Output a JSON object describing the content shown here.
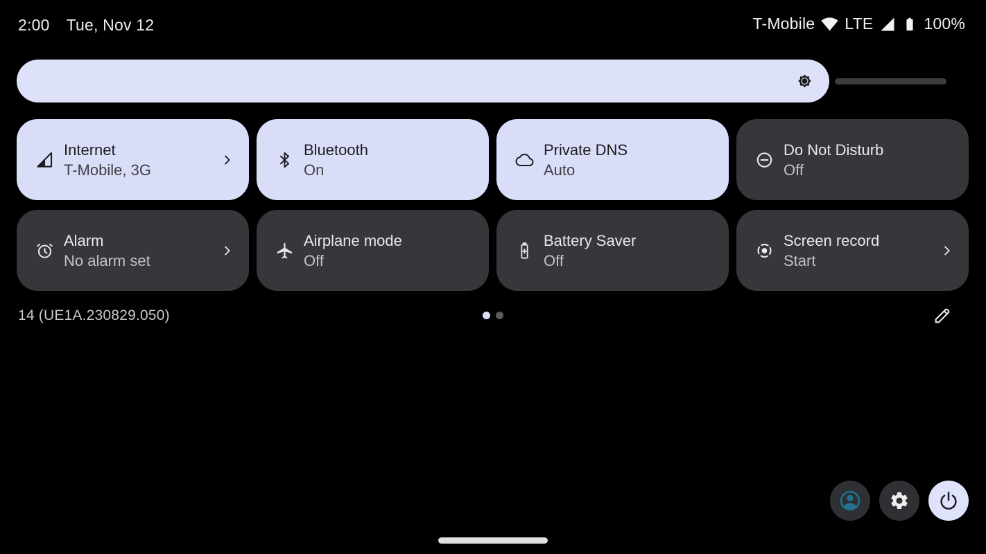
{
  "colors": {
    "background": "#000000",
    "tile_active_bg": "#d9ddf8",
    "tile_inactive_bg": "#35373a",
    "active_title": "#1c1d21",
    "active_subtitle": "#3f4146",
    "inactive_title": "#e8e9ea",
    "inactive_subtitle": "#c1c3c6",
    "brightness_fill": "#dde1f9",
    "brightness_track": "#3b3d41",
    "power_button_bg": "#dee2fb",
    "avatar_icon_color": "#23708f",
    "page_dot_active": "#dce0f8",
    "page_dot_inactive": "#595b60"
  },
  "status_bar": {
    "time": "2:00",
    "date": "Tue, Nov 12",
    "carrier": "T-Mobile",
    "network_type": "LTE",
    "battery_level": "100%"
  },
  "brightness_slider": {
    "fill_percent": 87,
    "icon": "brightness-icon"
  },
  "quick_tiles": [
    {
      "label": "Internet",
      "status": "T-Mobile, 3G",
      "state": "on",
      "icon": "cellular-signal-icon",
      "chevron": true
    },
    {
      "label": "Bluetooth",
      "status": "On",
      "state": "on",
      "icon": "bluetooth-icon",
      "chevron": false
    },
    {
      "label": "Private DNS",
      "status": "Auto",
      "state": "on",
      "icon": "cloud-icon",
      "chevron": false
    },
    {
      "label": "Do Not Disturb",
      "status": "Off",
      "state": "off",
      "icon": "do-not-disturb-icon",
      "chevron": false
    },
    {
      "label": "Alarm",
      "status": "No alarm set",
      "state": "off",
      "icon": "alarm-clock-icon",
      "chevron": true
    },
    {
      "label": "Airplane mode",
      "status": "Off",
      "state": "off",
      "icon": "airplane-icon",
      "chevron": false
    },
    {
      "label": "Battery Saver",
      "status": "Off",
      "state": "off",
      "icon": "battery-saver-icon",
      "chevron": false
    },
    {
      "label": "Screen record",
      "status": "Start",
      "state": "off",
      "icon": "screen-record-icon",
      "chevron": true
    }
  ],
  "footer": {
    "build_number": "14 (UE1A.230829.050)",
    "page_indicator": {
      "pages": 2,
      "active_page": 1
    }
  },
  "bottom_buttons": [
    {
      "name": "user-switcher-button",
      "icon": "person-icon"
    },
    {
      "name": "settings-button",
      "icon": "gear-icon"
    },
    {
      "name": "power-button",
      "icon": "power-icon"
    }
  ]
}
